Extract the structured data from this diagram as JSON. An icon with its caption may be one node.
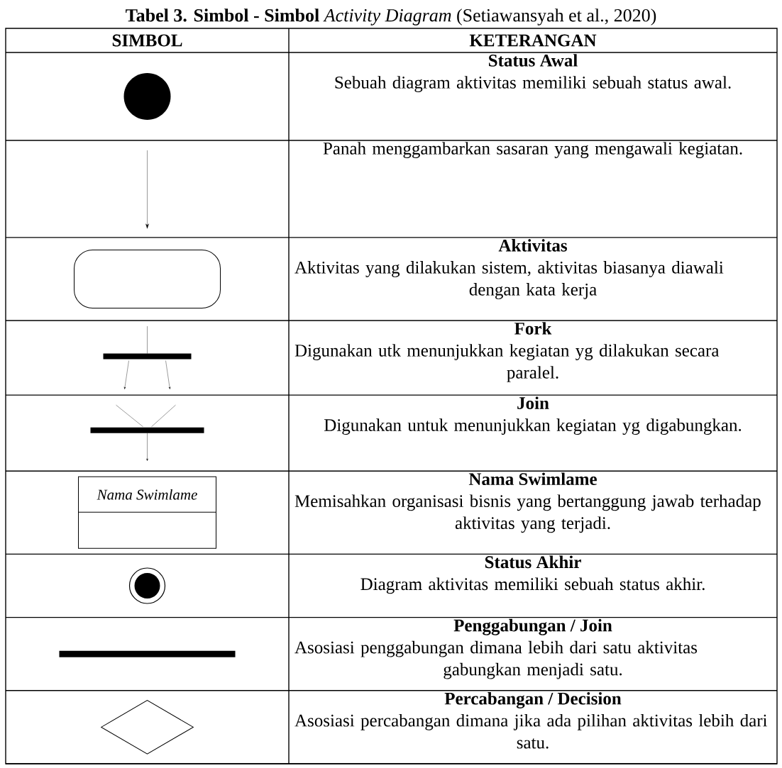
{
  "diagram": {
    "title": "**Tabel 3. Simbol - Simbol** *Activity Diagram* (Setiawansyah et al., 2020)",
    "nodes": [
      {
        "text": [],
        "shape": "box"
      },
      {
        "text": [],
        "shape": "diamond"
      }
    ],
    "labels": [
      "SIMBOL",
      "KETERANGAN",
      "Status Awal",
      "Sebuah diagram aktivitas memiliki sebuah status awal.",
      "Panah menggambarkan sasaran yang mengawali kegiatan.",
      "Aktivitas",
      "Aktivitas yang dilakukan sistem, aktivitas biasanya diawali dengan kata kerja",
      "Fork",
      "Digunakan utk menunjukkan kegiatan yg dilakukan secara paralel.",
      "Join",
      "Digunakan untuk menunjukkan kegiatan yg digabungkan.",
      "Nama Swimlame",
      "Nama Swimlame",
      "Memisahkan organisasi bisnis yang bertanggung jawab terhadap aktivitas yang terjadi.",
      "Status Akhir",
      "Diagram aktivitas memiliki sebuah status akhir.",
      "Penggabungan / Join",
      "Asosiasi penggabungan dimana lebih dari satu aktivitas gabungkan menjadi satu.",
      "Percabangan / Decision",
      "Asosiasi percabangan dimana jika ada pilihan aktivitas lebih dari satu."
    ]
  }
}
